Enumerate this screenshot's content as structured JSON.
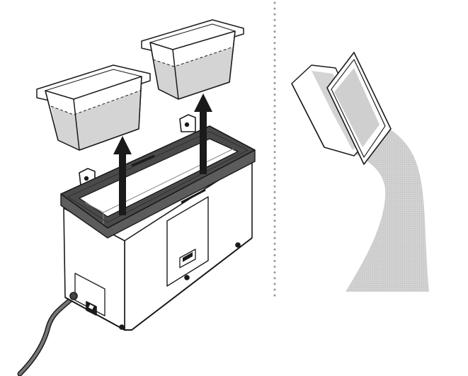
{
  "illustration": {
    "left_panel": {
      "subject": "warming-unit-with-pans-lifted-out",
      "icons": [
        "food-pan-icon",
        "food-pan-icon",
        "up-arrow-icon",
        "up-arrow-icon",
        "power-cord-icon",
        "power-switch-icon"
      ]
    },
    "right_panel": {
      "subject": "pan-being-emptied",
      "icons": [
        "tilted-pan-icon",
        "pouring-water-icon"
      ]
    },
    "divider": "dotted-vertical-divider"
  },
  "colors": {
    "line": "#1a1a1a",
    "gasket": "#4a4a4a",
    "liquid": "#cfcfcf",
    "pan_fill": "#ffffff",
    "divider": "#9a9a9a"
  }
}
